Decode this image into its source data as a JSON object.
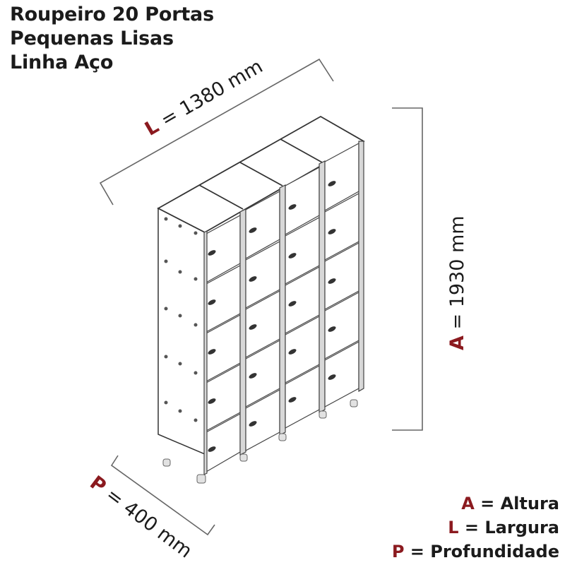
{
  "title": {
    "lines": [
      "Roupeiro 20 Portas",
      "Pequenas Lisas",
      "Linha Aço"
    ]
  },
  "colors": {
    "accent": "#8b1a1f",
    "text": "#1b1b1b",
    "line": "#555555"
  },
  "dimensions": {
    "width": {
      "letter": "L",
      "equals": " = ",
      "value": "1380 mm"
    },
    "height": {
      "letter": "A",
      "equals": " = ",
      "value": "1930 mm"
    },
    "depth": {
      "letter": "P",
      "equals": " = ",
      "value": "400 mm"
    }
  },
  "legend": [
    {
      "letter": "A",
      "text": " = Altura"
    },
    {
      "letter": "L",
      "text": " = Largura"
    },
    {
      "letter": "P",
      "text": " = Profundidade"
    }
  ],
  "product": {
    "columns": 4,
    "rows": 5,
    "doors": 20
  }
}
